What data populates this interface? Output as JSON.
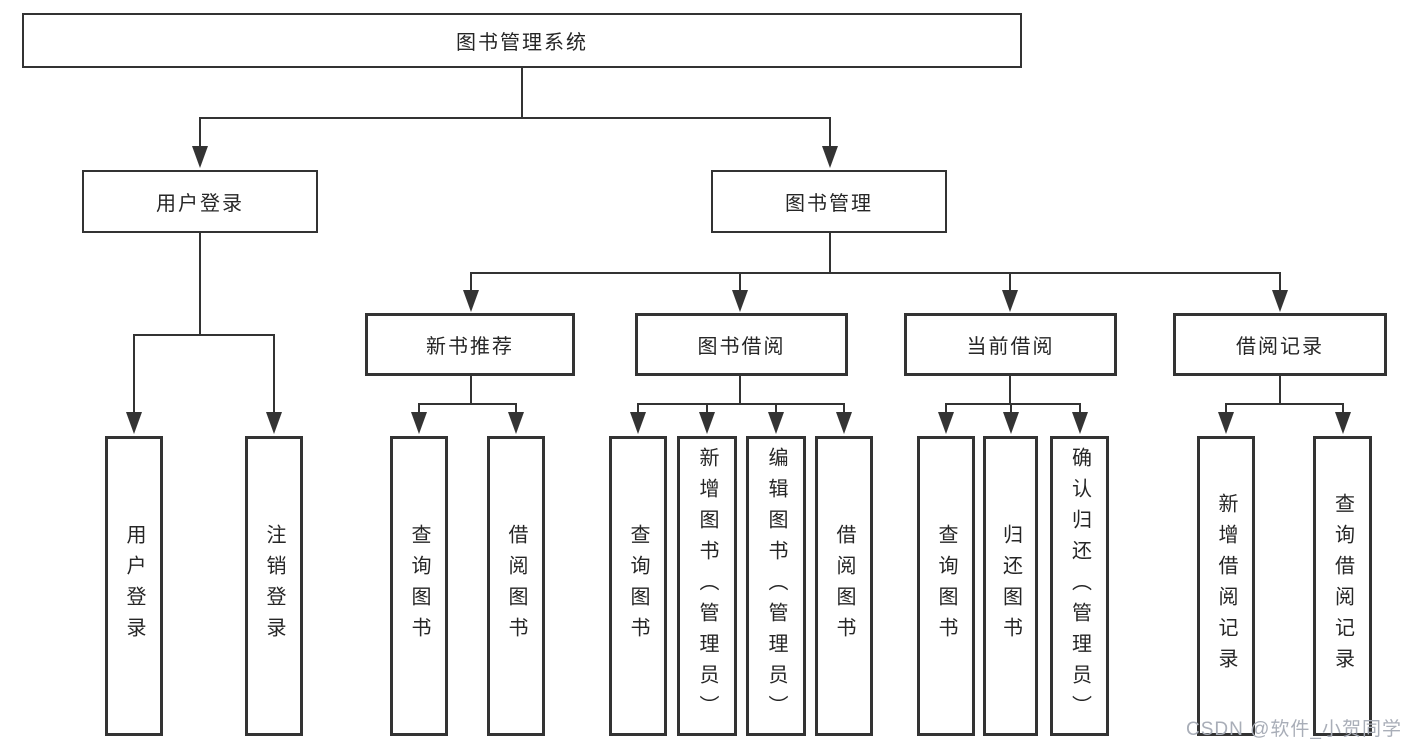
{
  "diagram": {
    "root": {
      "label": "图书管理系统"
    },
    "level2": [
      {
        "label": "用户登录"
      },
      {
        "label": "图书管理"
      }
    ],
    "level3": [
      {
        "label": "新书推荐",
        "parent": "图书管理"
      },
      {
        "label": "图书借阅",
        "parent": "图书管理"
      },
      {
        "label": "当前借阅",
        "parent": "图书管理"
      },
      {
        "label": "借阅记录",
        "parent": "图书管理"
      }
    ],
    "leaves": [
      {
        "label": "用户登录",
        "parent": "用户登录"
      },
      {
        "label": "注销登录",
        "parent": "用户登录"
      },
      {
        "label": "查询图书",
        "parent": "新书推荐"
      },
      {
        "label": "借阅图书",
        "parent": "新书推荐"
      },
      {
        "label": "查询图书",
        "parent": "图书借阅"
      },
      {
        "label": "新增图书（管理员）",
        "parent": "图书借阅"
      },
      {
        "label": "编辑图书（管理员）",
        "parent": "图书借阅"
      },
      {
        "label": "借阅图书",
        "parent": "图书借阅"
      },
      {
        "label": "查询图书",
        "parent": "当前借阅"
      },
      {
        "label": "归还图书",
        "parent": "当前借阅"
      },
      {
        "label": "确认归还（管理员）",
        "parent": "当前借阅"
      },
      {
        "label": "新增借阅记录",
        "parent": "借阅记录"
      },
      {
        "label": "查询借阅记录",
        "parent": "借阅记录"
      }
    ],
    "colors": {
      "line": "#333333",
      "box_border": "#333333",
      "text": "#262626",
      "background": "#ffffff"
    }
  },
  "watermark": {
    "text": "CSDN @软件_小贺同学",
    "color": "#a9aeb8"
  }
}
